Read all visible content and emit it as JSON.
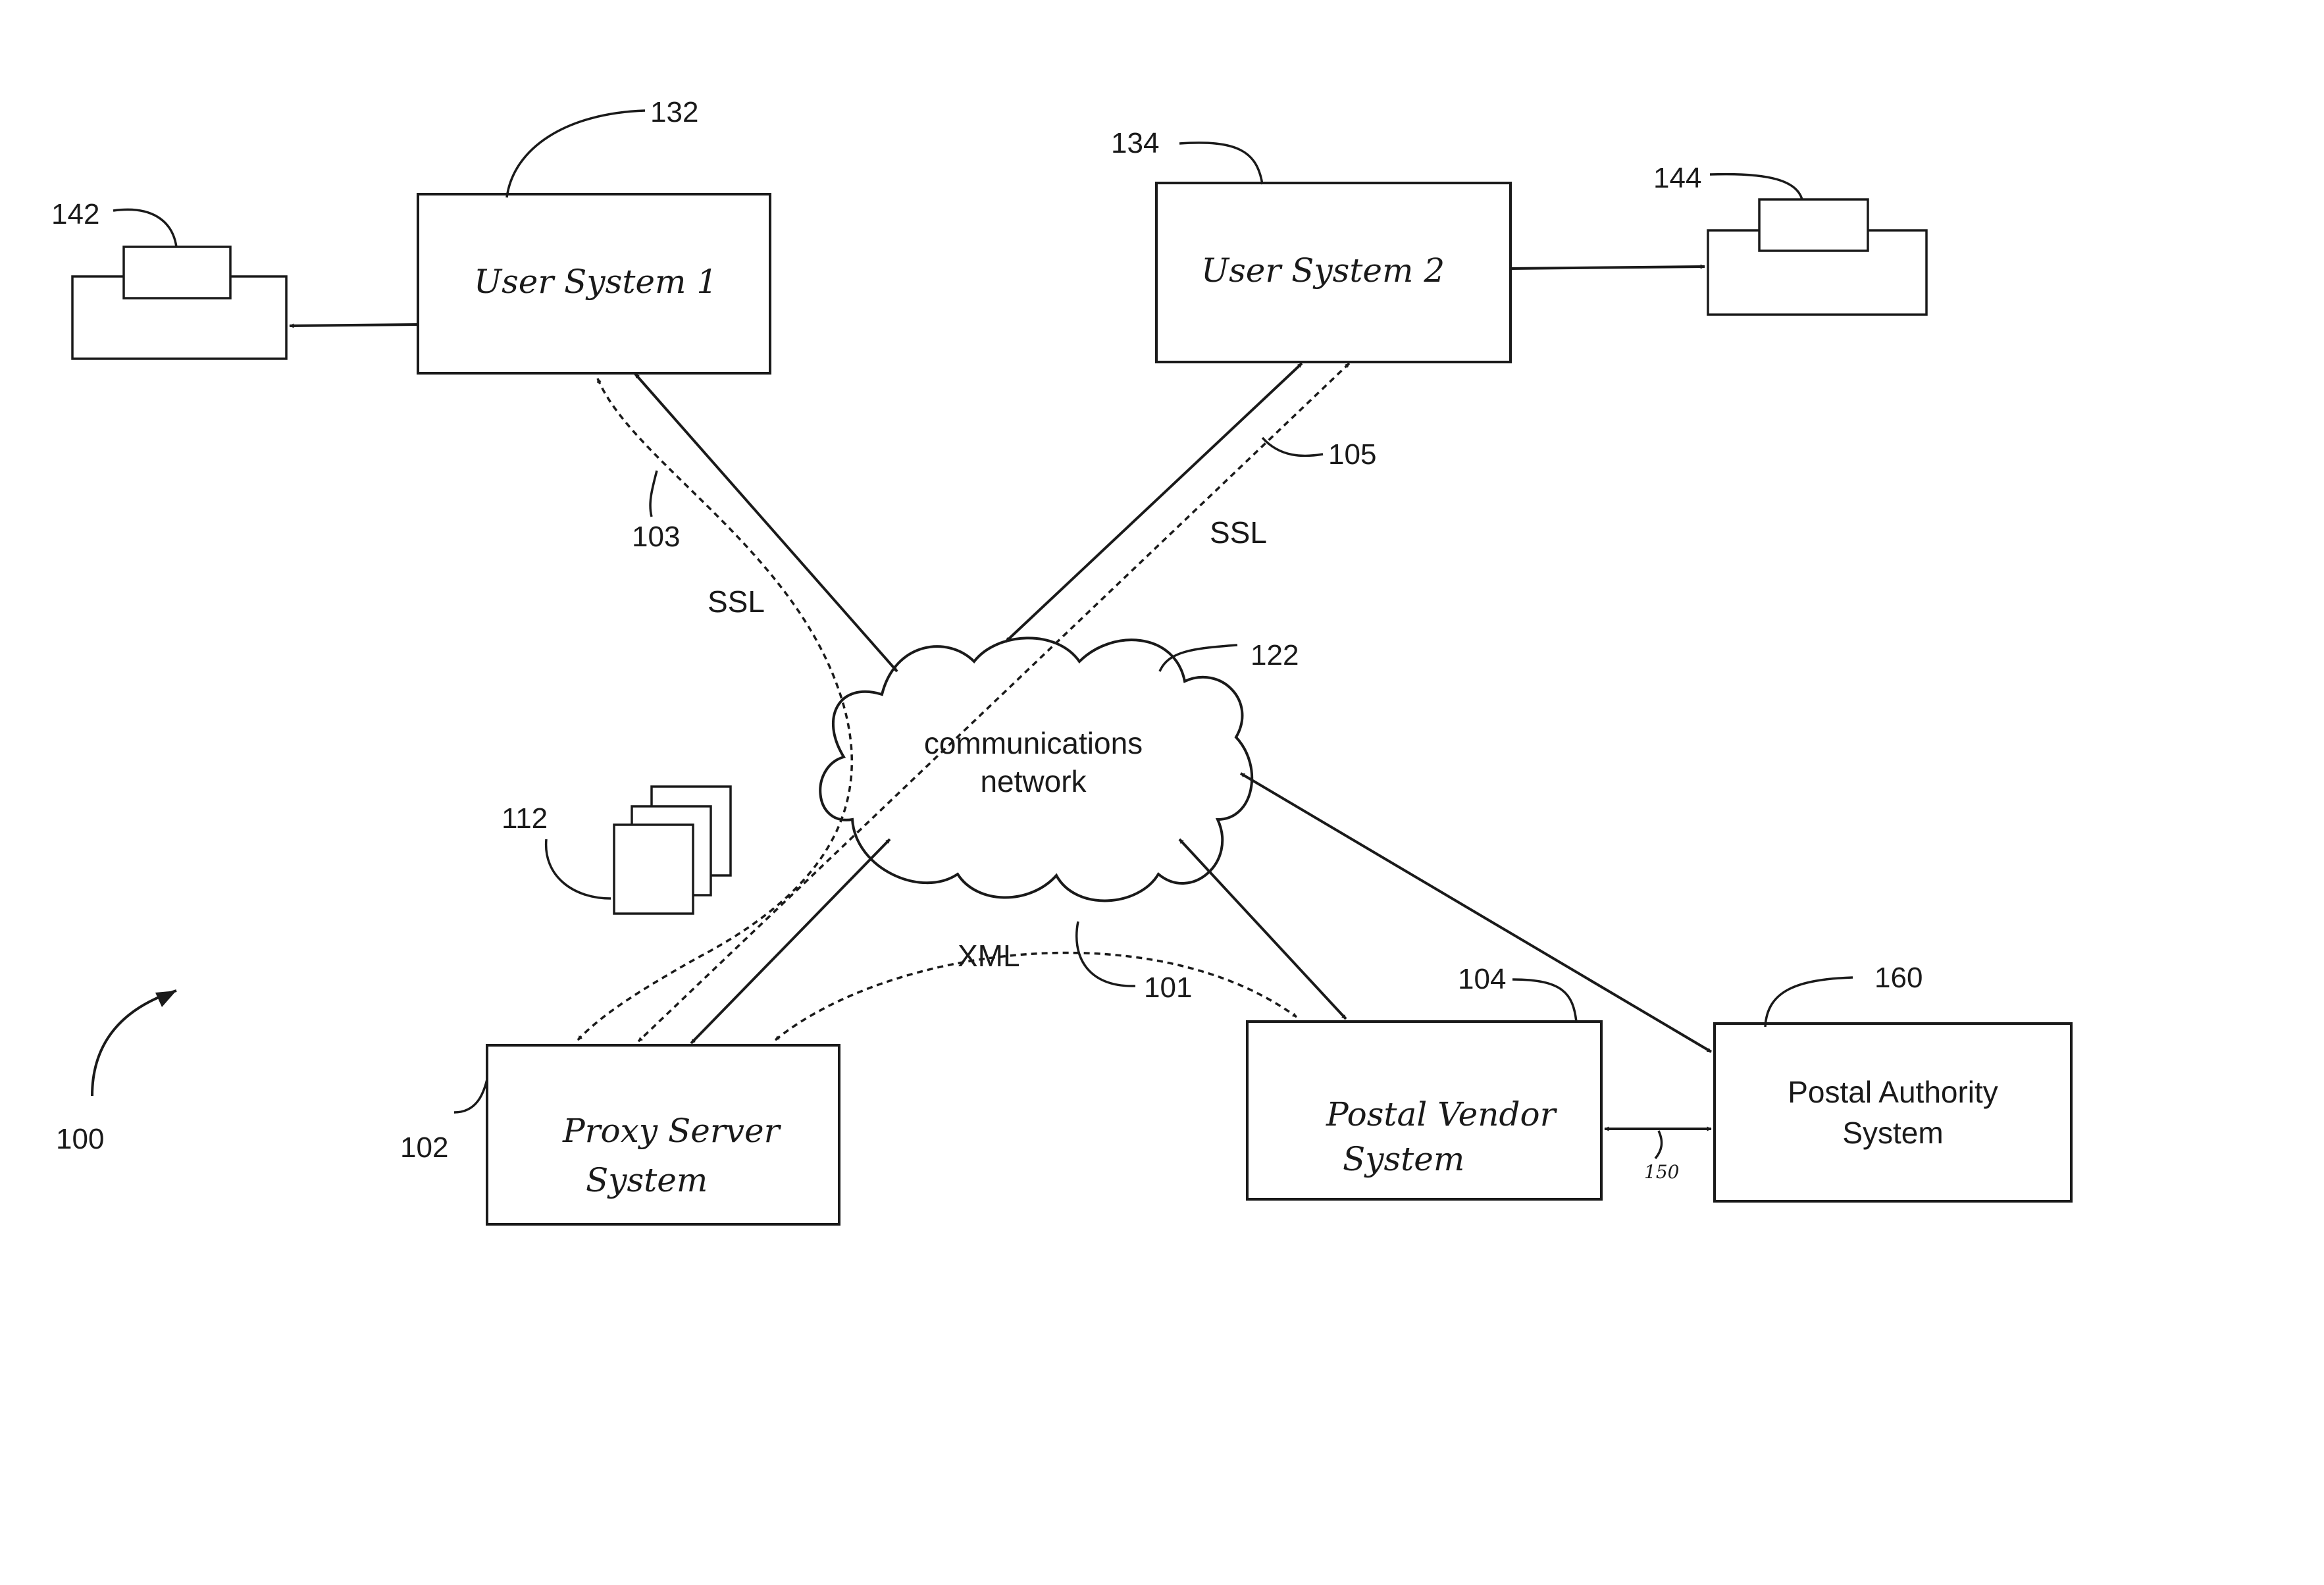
{
  "diagram": {
    "figure_ref": "100",
    "nodes": {
      "user_system_1": {
        "label": "User System 1",
        "ref": "132"
      },
      "user_system_2": {
        "label": "User System 2",
        "ref": "134"
      },
      "device_1": {
        "ref": "142"
      },
      "device_2": {
        "ref": "144"
      },
      "network": {
        "line1": "communications",
        "line2": "network",
        "ref": "122"
      },
      "documents": {
        "ref": "112"
      },
      "proxy_server": {
        "line1": "Proxy Server",
        "line2": "System",
        "ref": "102"
      },
      "postal_vendor": {
        "line1": "Postal Vendor",
        "line2": "System",
        "ref": "104"
      },
      "postal_authority": {
        "line1": "Postal Authority",
        "line2": "System",
        "ref": "160"
      }
    },
    "links": {
      "ssl_user1": {
        "label": "SSL",
        "ref": "103"
      },
      "ssl_user2": {
        "label": "SSL",
        "ref": "105"
      },
      "xml": {
        "label": "XML",
        "ref": "101"
      },
      "vendor_authority": {
        "ref": "150"
      }
    }
  }
}
